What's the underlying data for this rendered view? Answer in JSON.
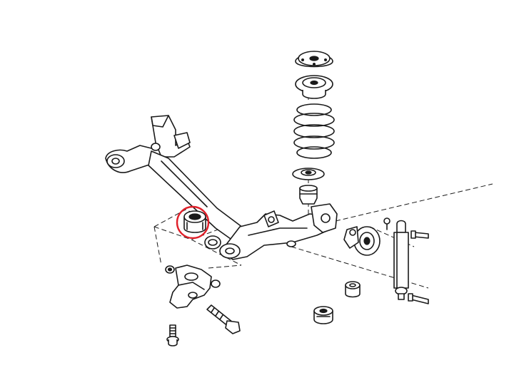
{
  "diagram": {
    "type": "exploded-view",
    "highlight_color": "#e0202a",
    "line_color": "#1a1a1a",
    "background": "#ffffff",
    "parts": [
      "rear-axle-beam",
      "highlighted-bushing",
      "bushing-ring",
      "mounting-bracket",
      "bracket-bolt",
      "bracket-nut",
      "long-bolt",
      "spring-top-mount",
      "upper-spring-seat",
      "coil-spring",
      "lower-spring-seat",
      "bump-stop",
      "wheel-hub",
      "hub-bolt",
      "shock-absorber",
      "shock-top-bolt",
      "shock-bottom-bolt",
      "small-bushing",
      "rubber-mount"
    ]
  }
}
